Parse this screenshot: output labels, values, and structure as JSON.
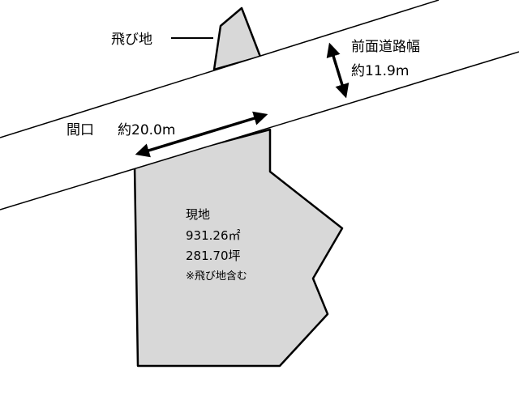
{
  "diagram": {
    "colors": {
      "parcel_fill": "#d8d8d8",
      "stroke": "#000000",
      "background": "#ffffff"
    },
    "labels": {
      "enclave": "飛び地",
      "road_width_title": "前面道路幅",
      "road_width_value": "約11.9m",
      "frontage_title": "間口",
      "frontage_value": "約20.0m",
      "site_title": "現地",
      "area_sqm": "931.26㎡",
      "area_tsubo": "281.70坪",
      "note": "※飛び地含む"
    }
  }
}
